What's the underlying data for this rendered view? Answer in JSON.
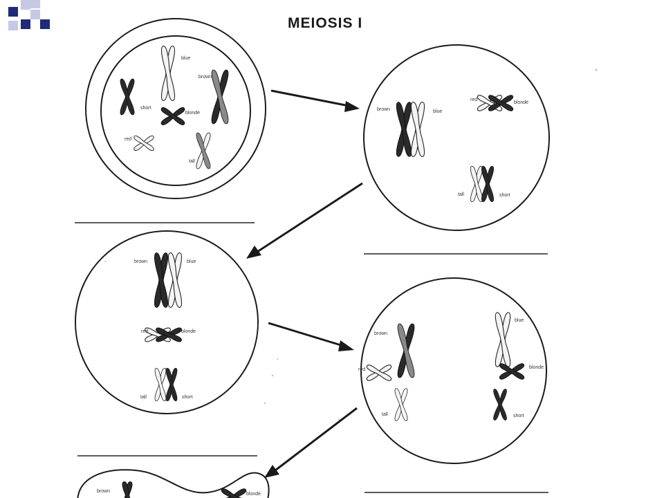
{
  "title": "MEIOSIS I",
  "colors": {
    "logo_dark": "#1f2a7a",
    "logo_light": "#c5c9e6",
    "line": "#1a1a1a"
  },
  "logo": {
    "icon": "quilt-squares-logo"
  },
  "labels": {
    "blue": "blue",
    "brown": "brown",
    "short": "short",
    "blonde": "blonde",
    "red": "red",
    "tall": "tall"
  }
}
